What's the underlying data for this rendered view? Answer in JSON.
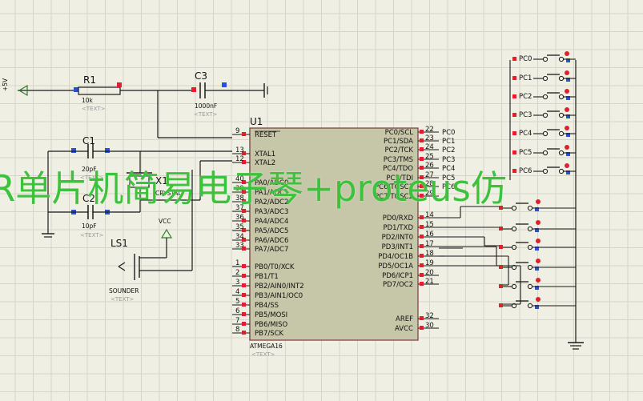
{
  "overlay_title": "R单片机简易电子琴+proteus仿",
  "chip": {
    "ref": "U1",
    "part": "ATMEGA16",
    "text_tag": "<TEXT>",
    "left_pins": [
      {
        "num": "9",
        "name": "RESET"
      },
      {
        "num": "13",
        "name": "XTAL1"
      },
      {
        "num": "12",
        "name": "XTAL2"
      },
      {
        "num": "40",
        "name": "PA0/ADC0"
      },
      {
        "num": "39",
        "name": "PA1/ADC1"
      },
      {
        "num": "38",
        "name": "PA2/ADC2"
      },
      {
        "num": "37",
        "name": "PA3/ADC3"
      },
      {
        "num": "36",
        "name": "PA4/ADC4"
      },
      {
        "num": "35",
        "name": "PA5/ADC5"
      },
      {
        "num": "34",
        "name": "PA6/ADC6"
      },
      {
        "num": "33",
        "name": "PA7/ADC7"
      },
      {
        "num": "1",
        "name": "PB0/T0/XCK"
      },
      {
        "num": "2",
        "name": "PB1/T1"
      },
      {
        "num": "3",
        "name": "PB2/AIN0/INT2"
      },
      {
        "num": "4",
        "name": "PB3/AIN1/OC0"
      },
      {
        "num": "5",
        "name": "PB4/SS"
      },
      {
        "num": "6",
        "name": "PB5/MOSI"
      },
      {
        "num": "7",
        "name": "PB6/MISO"
      },
      {
        "num": "8",
        "name": "PB7/SCK"
      }
    ],
    "right_pins": [
      {
        "num": "22",
        "name": "PC0/SCL",
        "net": "PC0"
      },
      {
        "num": "23",
        "name": "PC1/SDA",
        "net": "PC1"
      },
      {
        "num": "24",
        "name": "PC2/TCK",
        "net": "PC2"
      },
      {
        "num": "25",
        "name": "PC3/TMS",
        "net": "PC3"
      },
      {
        "num": "26",
        "name": "PC4/TDO",
        "net": "PC4"
      },
      {
        "num": "27",
        "name": "PC5/TDI",
        "net": "PC5"
      },
      {
        "num": "28",
        "name": "PC6/TOSC1",
        "net": "PC6"
      },
      {
        "num": "29",
        "name": "PC7/TOSC2",
        "net": ""
      },
      {
        "num": "14",
        "name": "PD0/RXD",
        "net": ""
      },
      {
        "num": "15",
        "name": "PD1/TXD",
        "net": ""
      },
      {
        "num": "16",
        "name": "PD2/INT0",
        "net": ""
      },
      {
        "num": "17",
        "name": "PD3/INT1",
        "net": ""
      },
      {
        "num": "18",
        "name": "PD4/OC1B",
        "net": ""
      },
      {
        "num": "19",
        "name": "PD5/OC1A",
        "net": ""
      },
      {
        "num": "20",
        "name": "PD6/ICP1",
        "net": ""
      },
      {
        "num": "21",
        "name": "PD7/OC2",
        "net": ""
      },
      {
        "num": "32",
        "name": "AREF",
        "net": ""
      },
      {
        "num": "30",
        "name": "AVCC",
        "net": ""
      }
    ]
  },
  "components": {
    "r1": {
      "ref": "R1",
      "value": "10k",
      "text_tag": "<TEXT>"
    },
    "c3": {
      "ref": "C3",
      "value": "1000nF",
      "text_tag": "<TEXT>"
    },
    "c1": {
      "ref": "C1",
      "value": "20pF",
      "text_tag": "<TEXT>"
    },
    "c2": {
      "ref": "C2",
      "value": "10pF",
      "text_tag": "<TEXT>"
    },
    "x1": {
      "ref": "X1",
      "value": "CRYSTAL"
    },
    "ls1": {
      "ref": "LS1",
      "value": "SOUNDER",
      "text_tag": "<TEXT>"
    },
    "vcc_label": "VCC",
    "left_power": "+5V"
  },
  "button_nets": [
    "PC0",
    "PC1",
    "PC2",
    "PC3",
    "PC4",
    "PC5",
    "PC6"
  ],
  "colors": {
    "wire": "#1a1a1a",
    "chip_body": "#c6c6a8",
    "pin_red": "#e0202a",
    "pin_blue": "#2a50d8",
    "overlay_green": "#3cc23c",
    "ground_green": "#2f7a2f",
    "grid": "#d6d6c8"
  }
}
